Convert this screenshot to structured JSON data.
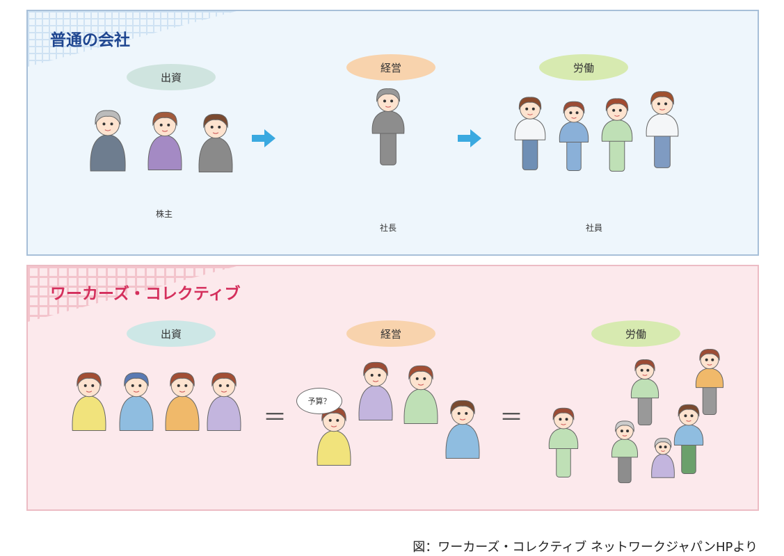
{
  "normal_company": {
    "title": "普通の会社",
    "labels": {
      "investment": "出資",
      "management": "経営",
      "labor": "労働"
    },
    "roles": {
      "shareholders": "株主",
      "president": "社長",
      "employees": "社員"
    }
  },
  "workers_collective": {
    "title": "ワーカーズ・コレクティブ",
    "labels": {
      "investment": "出資",
      "management": "経営",
      "labor": "労働"
    },
    "speech": "予算？",
    "equals": "＝"
  },
  "caption": "図：ワーカーズ・コレクティブ ネットワークジャパンHPより",
  "colors": {
    "blue_title": "#1f4690",
    "pink_title": "#d42f5c",
    "arrow": "#3aa9e0"
  }
}
